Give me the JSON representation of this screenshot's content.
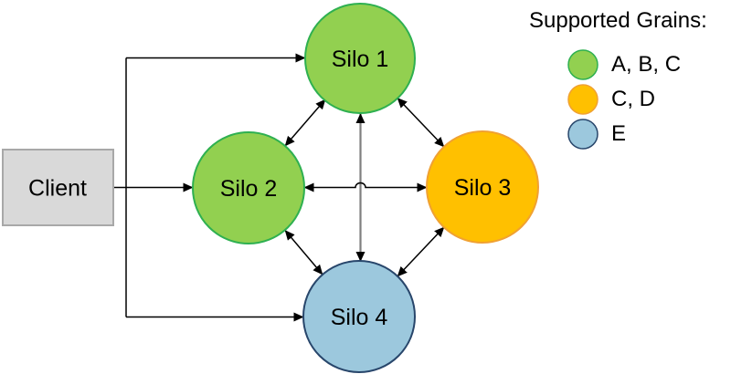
{
  "client": {
    "label": "Client",
    "fill": "#D9D9D9",
    "stroke": "#A8A8A8"
  },
  "silos": [
    {
      "label": "Silo 1",
      "fill": "#92D050",
      "stroke": "#2EB050"
    },
    {
      "label": "Silo 2",
      "fill": "#92D050",
      "stroke": "#2EB050"
    },
    {
      "label": "Silo 3",
      "fill": "#FFC000",
      "stroke": "#F0A132"
    },
    {
      "label": "Silo 4",
      "fill": "#9CC8DD",
      "stroke": "#28466B"
    }
  ],
  "legend": {
    "title": "Supported Grains:",
    "items": [
      {
        "label": "A, B, C",
        "fill": "#92D050",
        "stroke": "#2EB050"
      },
      {
        "label": "C, D",
        "fill": "#FFC000",
        "stroke": "#F0A132"
      },
      {
        "label": "E",
        "fill": "#9CC8DD",
        "stroke": "#28466B"
      }
    ]
  },
  "connectors": {
    "line_color": "#000000",
    "bus_color": "#7F7F7F"
  }
}
